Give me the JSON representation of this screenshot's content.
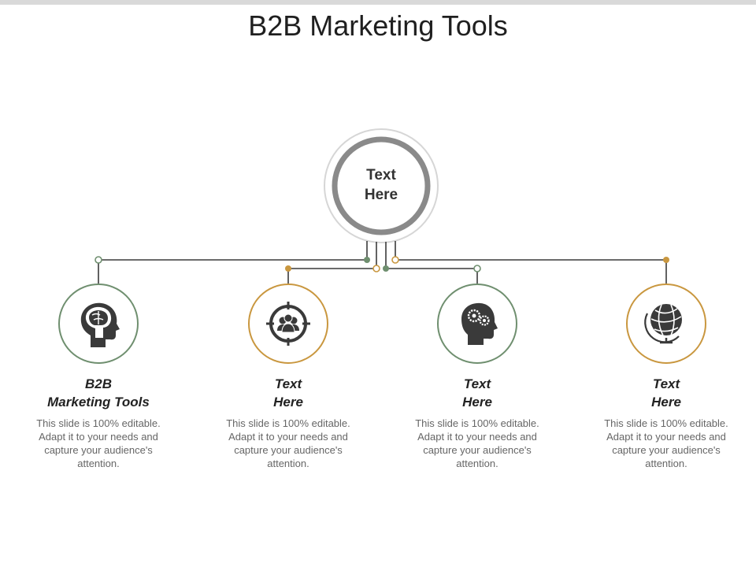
{
  "slide": {
    "title": "B2B Marketing Tools",
    "center": {
      "label_line1": "Text",
      "label_line2": "Here"
    }
  },
  "colors": {
    "green": "#6f8f6f",
    "gold": "#c9973f",
    "dark": "#3a3a3a",
    "ring": "#8a8a8a"
  },
  "items": [
    {
      "title_line1": "B2B",
      "title_line2": "Marketing Tools",
      "description": "This slide is 100% editable. Adapt it to your needs and capture your audience's attention.",
      "icon": "brain-head-icon",
      "accent": "green"
    },
    {
      "title_line1": "Text",
      "title_line2": "Here",
      "description": "This slide is 100% editable. Adapt it to your needs and capture your audience's attention.",
      "icon": "target-group-icon",
      "accent": "gold"
    },
    {
      "title_line1": "Text",
      "title_line2": "Here",
      "description": "This slide is 100% editable. Adapt it to your needs and capture your audience's attention.",
      "icon": "head-gears-icon",
      "accent": "green"
    },
    {
      "title_line1": "Text",
      "title_line2": "Here",
      "description": "This slide is 100% editable. Adapt it to your needs and capture your audience's attention.",
      "icon": "globe-icon",
      "accent": "gold"
    }
  ]
}
